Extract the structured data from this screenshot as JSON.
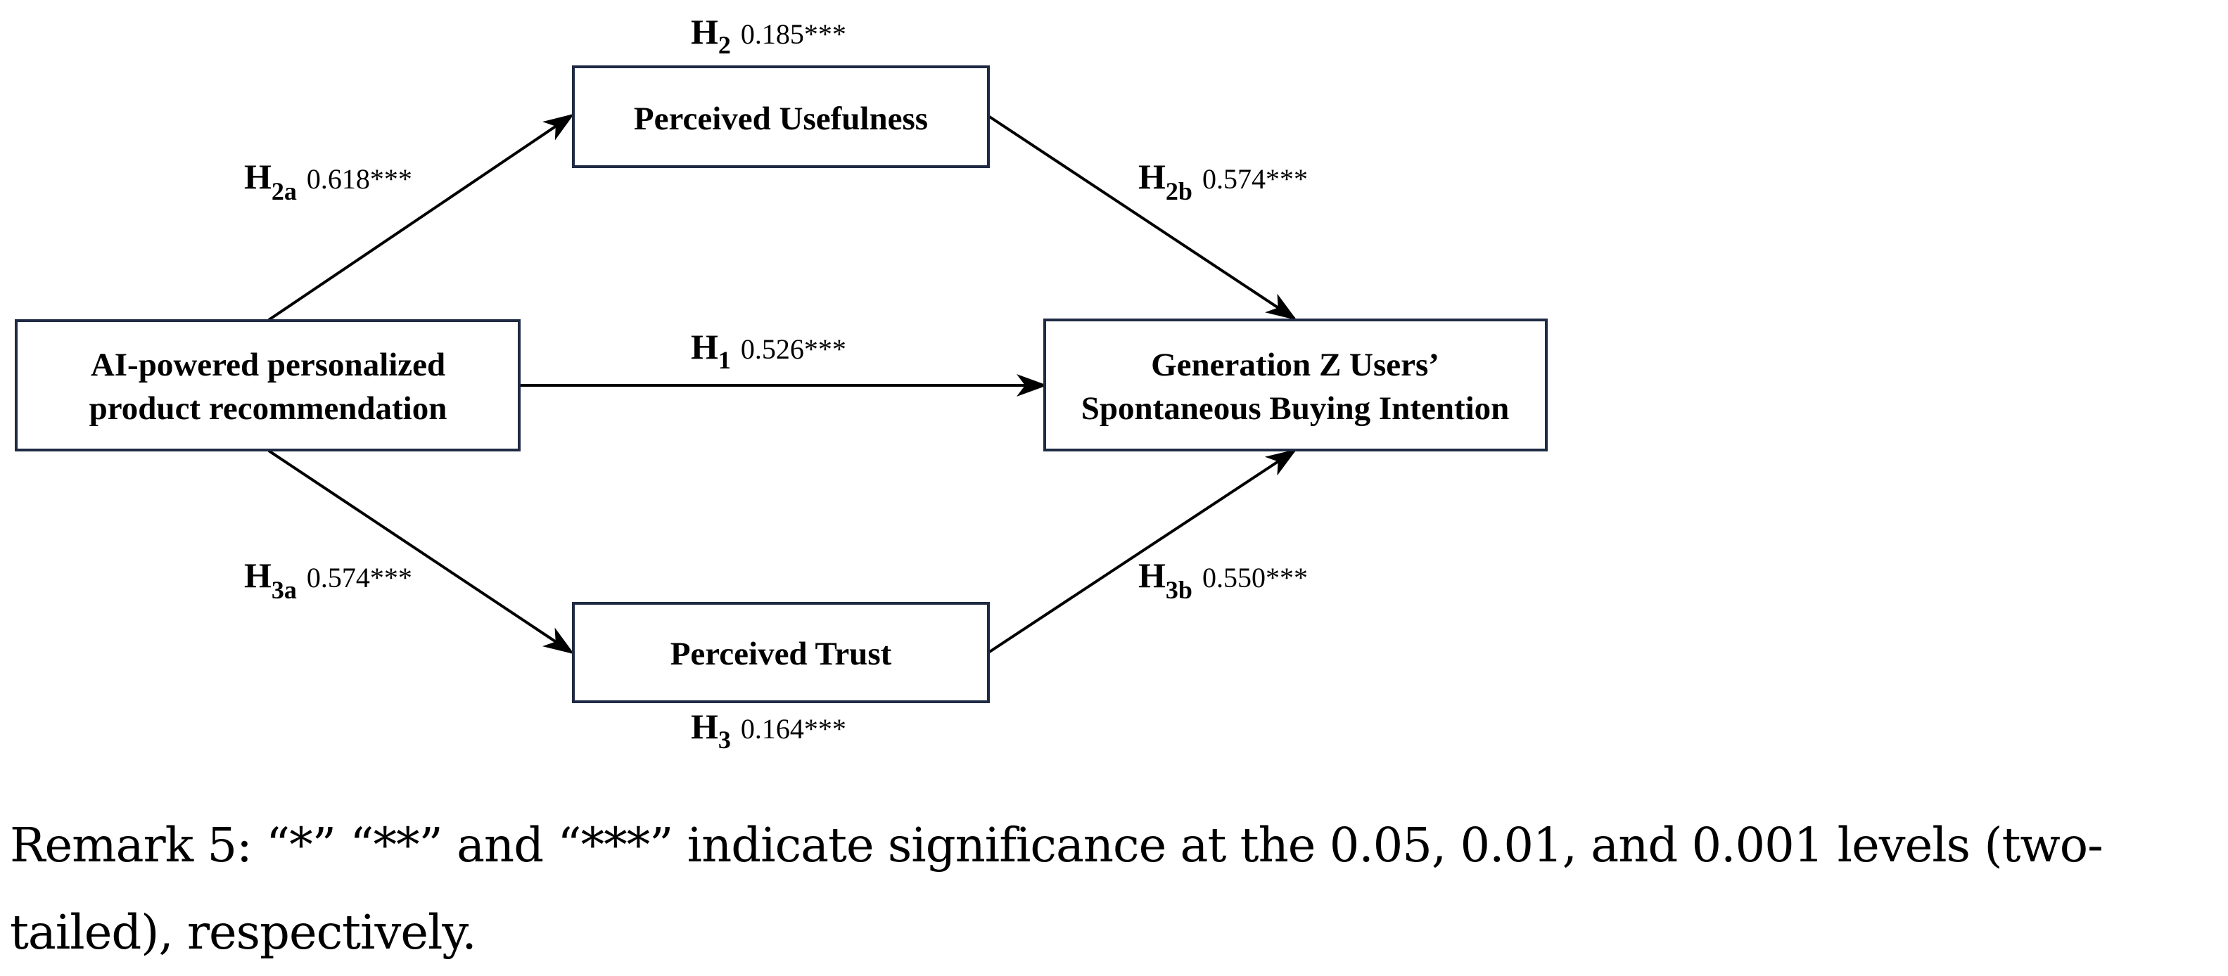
{
  "nodes": {
    "predictor": {
      "line1": "AI-powered personalized",
      "line2": "product recommendation"
    },
    "usefulness": {
      "label": "Perceived Usefulness"
    },
    "trust": {
      "label": "Perceived Trust"
    },
    "outcome": {
      "line1": "Generation Z Users’",
      "line2": "Spontaneous Buying Intention"
    }
  },
  "paths": {
    "h1": {
      "hyp": "H",
      "sub": "1",
      "coef": "0.526***"
    },
    "h2": {
      "hyp": "H",
      "sub": "2",
      "coef": "0.185***"
    },
    "h2a": {
      "hyp": "H",
      "sub": "2a",
      "coef": "0.618***"
    },
    "h2b": {
      "hyp": "H",
      "sub": "2b",
      "coef": "0.574***"
    },
    "h3": {
      "hyp": "H",
      "sub": "3",
      "coef": "0.164***"
    },
    "h3a": {
      "hyp": "H",
      "sub": "3a",
      "coef": "0.574***"
    },
    "h3b": {
      "hyp": "H",
      "sub": "3b",
      "coef": "0.550***"
    }
  },
  "colors": {
    "box_border": "#1f2a44",
    "arrow": "#000000",
    "text": "#000000"
  },
  "remark": {
    "text": "Remark 5: “*” “**” and “***” indicate significance at the 0.05, 0.01, and 0.001 levels (two-tailed), respectively."
  }
}
